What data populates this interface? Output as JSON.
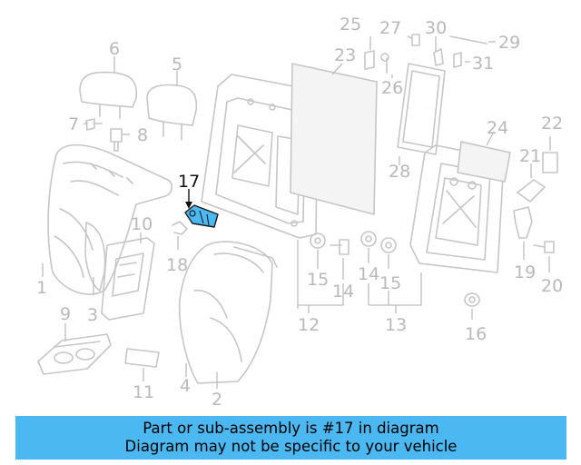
{
  "diagram": {
    "highlighted_part": "17",
    "highlight_color": "#4cb8f2",
    "labels": {
      "p1": "1",
      "p2": "2",
      "p3": "3",
      "p4": "4",
      "p5": "5",
      "p6": "6",
      "p7": "7",
      "p8": "8",
      "p9": "9",
      "p10": "10",
      "p11": "11",
      "p12": "12",
      "p13": "13",
      "p14a": "14",
      "p14b": "14",
      "p15a": "15",
      "p15b": "15",
      "p16": "16",
      "p17": "17",
      "p18": "18",
      "p19": "19",
      "p20": "20",
      "p21": "21",
      "p22": "22",
      "p23": "23",
      "p24": "24",
      "p25": "25",
      "p26": "26",
      "p27": "27",
      "p28": "28",
      "p29": "29",
      "p30": "30",
      "p31": "31"
    }
  },
  "banner": {
    "line1": "Part or sub-assembly is #17 in diagram",
    "line2": "Diagram may not be specific to your vehicle",
    "background": "#4cb8f2"
  }
}
